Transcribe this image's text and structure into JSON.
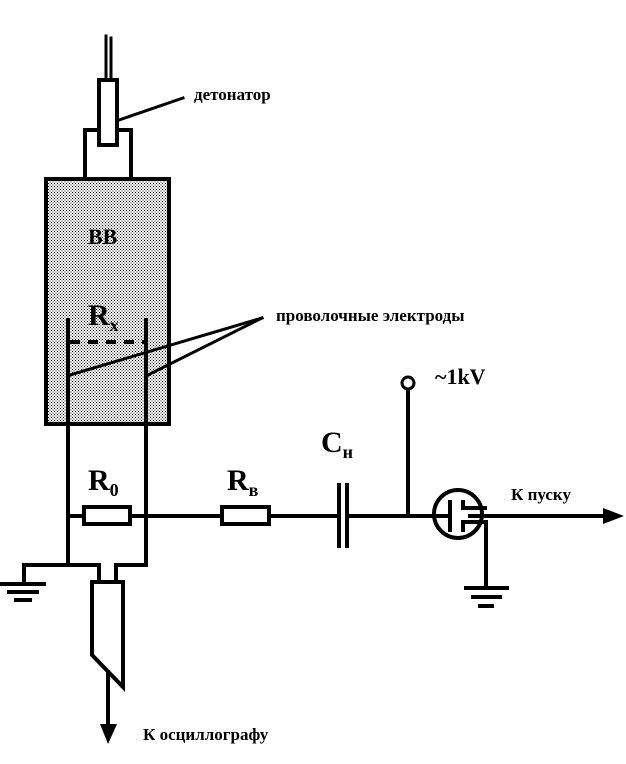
{
  "diagram": {
    "type": "circuit-schematic",
    "labels": {
      "detonator": "детонатор",
      "explosive": "ВВ",
      "rx_main": "R",
      "rx_sub": "x",
      "wire_electrodes": "проволочные электроды",
      "voltage": "~1kV",
      "cn_main": "C",
      "cn_sub": "н",
      "r0_main": "R",
      "r0_sub": "0",
      "rb_main": "R",
      "rb_sub": "в",
      "to_trigger": "К пуску",
      "to_oscilloscope": "К осциллографу"
    },
    "components": [
      {
        "id": "detonator",
        "label": "детонатор"
      },
      {
        "id": "explosive-charge",
        "label": "ВВ"
      },
      {
        "id": "sample-resistance",
        "label": "Rx"
      },
      {
        "id": "shunt-resistor",
        "label": "R0"
      },
      {
        "id": "ballast-resistor",
        "label": "Rв"
      },
      {
        "id": "storage-capacitor",
        "label": "Cн"
      },
      {
        "id": "spark-gap-trigger",
        "label": ""
      },
      {
        "id": "hv-terminal",
        "label": "~1kV"
      },
      {
        "id": "ground-left",
        "label": ""
      },
      {
        "id": "ground-right",
        "label": ""
      },
      {
        "id": "coax-connector",
        "label": ""
      }
    ],
    "colors": {
      "ink": "#000000",
      "background": "#ffffff",
      "fill_pattern": "#c8c8c8"
    }
  }
}
